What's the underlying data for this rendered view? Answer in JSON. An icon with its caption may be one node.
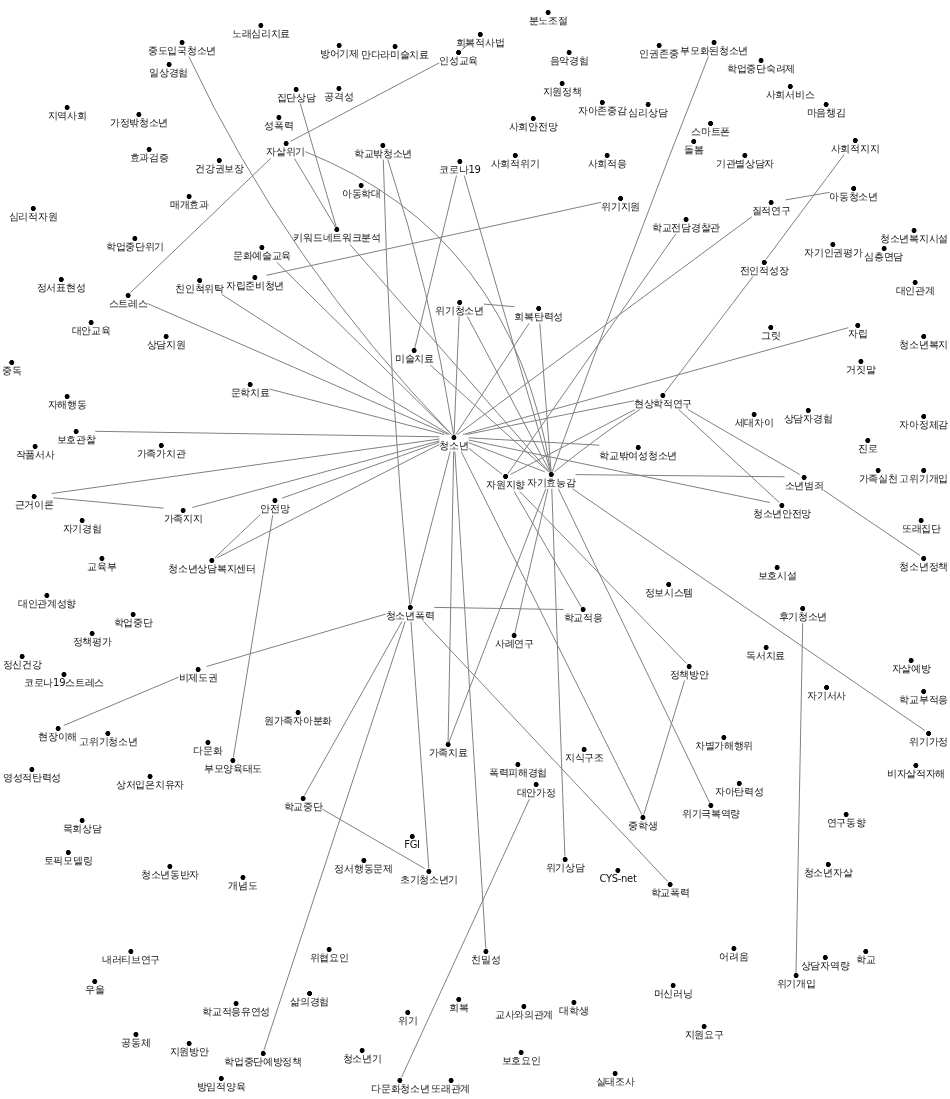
{
  "diagram": {
    "nodes": [
      {
        "text": [
          "노래심리치료"
        ]
      },
      {
        "text": [
          "중도입국청소년"
        ]
      },
      {
        "text": [
          "방어기제"
        ]
      },
      {
        "text": [
          "회복적사법"
        ]
      },
      {
        "text": [
          "인성교육"
        ]
      },
      {
        "text": [
          "만다라미술치료"
        ]
      },
      {
        "text": [
          "일상경험"
        ]
      },
      {
        "text": [
          "집단상담"
        ]
      },
      {
        "text": [
          "공격성"
        ]
      },
      {
        "text": [
          "지역사회"
        ]
      },
      {
        "text": [
          "가정밖청소년"
        ]
      },
      {
        "text": [
          "효과검증"
        ]
      },
      {
        "text": [
          "성폭력"
        ]
      },
      {
        "text": [
          "학교밖청소년"
        ]
      },
      {
        "text": [
          "코로나19"
        ]
      },
      {
        "text": [
          "건강권보장"
        ]
      },
      {
        "text": [
          "자살위기"
        ]
      },
      {
        "text": [
          "아동학대"
        ]
      },
      {
        "text": [
          "매개효과"
        ]
      },
      {
        "text": [
          "심리적자원"
        ]
      },
      {
        "text": [
          "학업중단위기"
        ]
      },
      {
        "text": [
          "문화예술교육"
        ]
      },
      {
        "text": [
          "키워드네트워크분석"
        ]
      },
      {
        "text": [
          "친인척위탁"
        ]
      },
      {
        "text": [
          "정서표현성"
        ]
      },
      {
        "text": [
          "스트레스"
        ]
      },
      {
        "text": [
          "자립준비청년"
        ]
      },
      {
        "text": [
          "위기청소년"
        ]
      },
      {
        "text": [
          "미술치료"
        ]
      },
      {
        "text": [
          "대안교육"
        ]
      },
      {
        "text": [
          "상담지원"
        ]
      },
      {
        "text": [
          "중독"
        ]
      },
      {
        "text": [
          "분노조절"
        ]
      },
      {
        "text": [
          "음악경험"
        ]
      },
      {
        "text": [
          "인권존중"
        ]
      },
      {
        "text": [
          "부모화된청소년"
        ]
      },
      {
        "text": [
          "학업중단숙려제"
        ]
      },
      {
        "text": [
          "지원정책"
        ]
      },
      {
        "text": [
          "자아존중감"
        ]
      },
      {
        "text": [
          "심리상담"
        ]
      },
      {
        "text": [
          "사회안전망"
        ]
      },
      {
        "text": [
          "스마트폰"
        ]
      },
      {
        "text": [
          "사회서비스"
        ]
      },
      {
        "text": [
          "마음챙김"
        ]
      },
      {
        "text": [
          "돌봄"
        ]
      },
      {
        "text": [
          "사회적위기"
        ]
      },
      {
        "text": [
          "사회적응"
        ]
      },
      {
        "text": [
          "기관별상담자"
        ]
      },
      {
        "text": [
          "사회적지지"
        ]
      },
      {
        "text": [
          "위기지원"
        ]
      },
      {
        "text": [
          "아동청소년"
        ]
      },
      {
        "text": [
          "질적연구"
        ]
      },
      {
        "text": [
          "학교전담경찰관"
        ]
      },
      {
        "text": [
          "전인적성장"
        ]
      },
      {
        "text": [
          "자기인권평가"
        ]
      },
      {
        "text": [
          "심층면담"
        ]
      },
      {
        "text": [
          "청소년복지시설"
        ]
      },
      {
        "text": [
          "대인관계"
        ]
      },
      {
        "text": [
          "회복탄력성"
        ]
      },
      {
        "text": [
          "그릿"
        ]
      },
      {
        "text": [
          "자립"
        ]
      },
      {
        "text": [
          "청소년복지"
        ]
      },
      {
        "text": [
          "거짓말"
        ]
      },
      {
        "text": [
          "자해행동"
        ]
      },
      {
        "text": [
          "문학치료"
        ]
      },
      {
        "text": [
          "보호관찰"
        ]
      },
      {
        "text": [
          "작품서사"
        ]
      },
      {
        "text": [
          "가족가치관"
        ]
      },
      {
        "text": [
          "청소년"
        ]
      },
      {
        "text": [
          "근거이론"
        ]
      },
      {
        "text": [
          "가족지지"
        ]
      },
      {
        "text": [
          "자기경험"
        ]
      },
      {
        "text": [
          "안전망"
        ]
      },
      {
        "text": [
          "교육부"
        ]
      },
      {
        "text": [
          "청소년상담복지센터"
        ]
      },
      {
        "text": [
          "대인관계성향"
        ]
      },
      {
        "text": [
          "학업중단"
        ]
      },
      {
        "text": [
          "정책평가"
        ]
      },
      {
        "text": [
          "정신건강"
        ]
      },
      {
        "text": [
          "코로나19스트레스"
        ]
      },
      {
        "text": [
          "비제도권"
        ]
      },
      {
        "text": [
          "청소년폭력"
        ]
      },
      {
        "text": [
          "원가족자아분화"
        ]
      },
      {
        "text": [
          "현상학적연구"
        ]
      },
      {
        "text": [
          "상담자경험"
        ]
      },
      {
        "text": [
          "세대차이"
        ]
      },
      {
        "text": [
          "자아정체감"
        ]
      },
      {
        "text": [
          "진로"
        ]
      },
      {
        "text": [
          "학교밖여성청소년"
        ]
      },
      {
        "text": [
          "자기효능감"
        ]
      },
      {
        "text": [
          "자원지향"
        ]
      },
      {
        "text": [
          "소년범죄"
        ]
      },
      {
        "text": [
          "가족실천"
        ]
      },
      {
        "text": [
          "고위기개입"
        ]
      },
      {
        "text": [
          "청소년안전망"
        ]
      },
      {
        "text": [
          "또래집단"
        ]
      },
      {
        "text": [
          "청소년정책"
        ]
      },
      {
        "text": [
          "보호시설"
        ]
      },
      {
        "text": [
          "정보시스템"
        ]
      },
      {
        "text": [
          "학교적응"
        ]
      },
      {
        "text": [
          "사례연구"
        ]
      },
      {
        "text": [
          "후기청소년"
        ]
      },
      {
        "text": [
          "독서치료"
        ]
      },
      {
        "text": [
          "정책방안"
        ]
      },
      {
        "text": [
          "자살예방"
        ]
      },
      {
        "text": [
          "자기서사"
        ]
      },
      {
        "text": [
          "학교부적응"
        ]
      },
      {
        "text": [
          "위기가정"
        ]
      },
      {
        "text": [
          "비자살적자해"
        ]
      },
      {
        "text": [
          "차별가해행위"
        ]
      },
      {
        "text": [
          "폭력피해경험"
        ]
      },
      {
        "text": [
          "대안가정"
        ]
      },
      {
        "text": [
          "자아탄력성"
        ]
      },
      {
        "text": [
          "위기극복역량"
        ]
      },
      {
        "text": [
          "지식구조"
        ]
      },
      {
        "text": [
          "중학생"
        ]
      },
      {
        "text": [
          "연구동향"
        ]
      },
      {
        "text": [
          "위기상담"
        ]
      },
      {
        "text": [
          "CYS-net"
        ]
      },
      {
        "text": [
          "학교폭력"
        ]
      },
      {
        "text": [
          "청소년자살"
        ]
      },
      {
        "text": [
          "현장이해"
        ]
      },
      {
        "text": [
          "고위기청소년"
        ]
      },
      {
        "text": [
          "다문화"
        ]
      },
      {
        "text": [
          "부모양육태도"
        ]
      },
      {
        "text": [
          "영성적탄력성"
        ]
      },
      {
        "text": [
          "상처입은치유자"
        ]
      },
      {
        "text": [
          "학교중단"
        ]
      },
      {
        "text": [
          "목회상담"
        ]
      },
      {
        "text": [
          "FGI"
        ]
      },
      {
        "text": [
          "토픽모델링"
        ]
      },
      {
        "text": [
          "정서행동문제"
        ]
      },
      {
        "text": [
          "초기청소년기"
        ]
      },
      {
        "text": [
          "청소년동반자"
        ]
      },
      {
        "text": [
          "개념도"
        ]
      },
      {
        "text": [
          "가족치료"
        ]
      },
      {
        "text": [
          "친밀성"
        ]
      },
      {
        "text": [
          "위협요인"
        ]
      },
      {
        "text": [
          "내러티브연구"
        ]
      },
      {
        "text": [
          "우울"
        ]
      },
      {
        "text": [
          "삶의경험"
        ]
      },
      {
        "text": [
          "학교적응유연성"
        ]
      },
      {
        "text": [
          "위기"
        ]
      },
      {
        "text": [
          "회복"
        ]
      },
      {
        "text": [
          "교사와의관계"
        ]
      },
      {
        "text": [
          "대학생"
        ]
      },
      {
        "text": [
          "공동체"
        ]
      },
      {
        "text": [
          "지원방안"
        ]
      },
      {
        "text": [
          "학업중단예방정책"
        ]
      },
      {
        "text": [
          "청소년기"
        ]
      },
      {
        "text": [
          "보호요인"
        ]
      },
      {
        "text": [
          "다문화청소년"
        ]
      },
      {
        "text": [
          "또래관계"
        ]
      },
      {
        "text": [
          "방임적양육"
        ]
      },
      {
        "text": [
          "어려움"
        ]
      },
      {
        "text": [
          "머신러닝"
        ]
      },
      {
        "text": [
          "상담자역량"
        ]
      },
      {
        "text": [
          "위기개입"
        ]
      },
      {
        "text": [
          "학교"
        ]
      },
      {
        "text": [
          "지원요구"
        ]
      },
      {
        "text": [
          "실태조사"
        ]
      }
    ],
    "edges": [
      {
        "from": 1,
        "to": 68,
        "arrow": "none"
      },
      {
        "from": 7,
        "to": 22,
        "arrow": "none"
      },
      {
        "from": 16,
        "to": 22,
        "arrow": "none"
      },
      {
        "from": 16,
        "to": 89,
        "arrow": "none"
      },
      {
        "from": 25,
        "to": 16,
        "arrow": "none"
      },
      {
        "from": 16,
        "to": 4,
        "arrow": "none"
      },
      {
        "from": 4,
        "to": 3,
        "arrow": "none"
      },
      {
        "from": 13,
        "to": 81,
        "arrow": "none"
      },
      {
        "from": 13,
        "to": 68,
        "arrow": "none"
      },
      {
        "from": 14,
        "to": 28,
        "arrow": "none"
      },
      {
        "from": 14,
        "to": 89,
        "arrow": "none"
      },
      {
        "from": 26,
        "to": 49,
        "arrow": "none"
      },
      {
        "from": 22,
        "to": 89,
        "arrow": "none"
      },
      {
        "from": 21,
        "to": 68,
        "arrow": "none"
      },
      {
        "from": 23,
        "to": 68,
        "arrow": "none"
      },
      {
        "from": 25,
        "to": 68,
        "arrow": "none"
      },
      {
        "from": 28,
        "to": 89,
        "arrow": "none"
      },
      {
        "from": 27,
        "to": 58,
        "arrow": "none"
      },
      {
        "from": 27,
        "to": 68,
        "arrow": "none"
      },
      {
        "from": 27,
        "to": 89,
        "arrow": "none"
      },
      {
        "from": 58,
        "to": 68,
        "arrow": "none"
      },
      {
        "from": 58,
        "to": 89,
        "arrow": "none"
      },
      {
        "from": 35,
        "to": 89,
        "arrow": "none"
      },
      {
        "from": 52,
        "to": 90,
        "arrow": "none"
      },
      {
        "from": 51,
        "to": 68,
        "arrow": "none"
      },
      {
        "from": 51,
        "to": 50,
        "arrow": "none"
      },
      {
        "from": 48,
        "to": 53,
        "arrow": "none"
      },
      {
        "from": 53,
        "to": 83,
        "arrow": "none"
      },
      {
        "from": 60,
        "to": 68,
        "arrow": "none"
      },
      {
        "from": 64,
        "to": 68,
        "arrow": "none"
      },
      {
        "from": 65,
        "to": 68,
        "arrow": "none"
      },
      {
        "from": 69,
        "to": 68,
        "arrow": "none"
      },
      {
        "from": 69,
        "to": 70,
        "arrow": "none"
      },
      {
        "from": 70,
        "to": 68,
        "arrow": "none"
      },
      {
        "from": 72,
        "to": 68,
        "arrow": "none"
      },
      {
        "from": 72,
        "to": 74,
        "arrow": "none"
      },
      {
        "from": 72,
        "to": 124,
        "arrow": "none"
      },
      {
        "from": 74,
        "to": 68,
        "arrow": "none"
      },
      {
        "from": 68,
        "to": 81,
        "arrow": "none"
      },
      {
        "from": 81,
        "to": 80,
        "arrow": "none"
      },
      {
        "from": 80,
        "to": 121,
        "arrow": "none"
      },
      {
        "from": 81,
        "to": 99,
        "arrow": "none"
      },
      {
        "from": 81,
        "to": 127,
        "arrow": "none"
      },
      {
        "from": 81,
        "to": 148,
        "arrow": "none"
      },
      {
        "from": 81,
        "to": 132,
        "arrow": "none"
      },
      {
        "from": 127,
        "to": 132,
        "arrow": "none"
      },
      {
        "from": 81,
        "to": 119,
        "arrow": "none"
      },
      {
        "from": 68,
        "to": 135,
        "arrow": "none"
      },
      {
        "from": 68,
        "to": 136,
        "arrow": "none"
      },
      {
        "from": 89,
        "to": 100,
        "arrow": "none"
      },
      {
        "from": 89,
        "to": 135,
        "arrow": "none"
      },
      {
        "from": 89,
        "to": 117,
        "arrow": "none"
      },
      {
        "from": 68,
        "to": 115,
        "arrow": "none"
      },
      {
        "from": 103,
        "to": 115,
        "arrow": "none"
      },
      {
        "from": 89,
        "to": 113,
        "arrow": "none"
      },
      {
        "from": 90,
        "to": 103,
        "arrow": "none"
      },
      {
        "from": 90,
        "to": 99,
        "arrow": "none"
      },
      {
        "from": 89,
        "to": 107,
        "arrow": "none"
      },
      {
        "from": 101,
        "to": 157,
        "arrow": "none"
      },
      {
        "from": 89,
        "to": 91,
        "arrow": "none"
      },
      {
        "from": 91,
        "to": 96,
        "arrow": "none"
      },
      {
        "from": 83,
        "to": 91,
        "arrow": "none"
      },
      {
        "from": 83,
        "to": 94,
        "arrow": "none"
      },
      {
        "from": 68,
        "to": 94,
        "arrow": "none"
      },
      {
        "from": 83,
        "to": 68,
        "arrow": "none"
      },
      {
        "from": 83,
        "to": 90,
        "arrow": "none"
      },
      {
        "from": 83,
        "to": 89,
        "arrow": "none"
      },
      {
        "from": 68,
        "to": 88,
        "arrow": "none"
      },
      {
        "from": 68,
        "to": 89,
        "arrow": "none"
      },
      {
        "from": 68,
        "to": 90,
        "arrow": "none"
      },
      {
        "from": 111,
        "to": 151,
        "arrow": "none"
      }
    ]
  }
}
